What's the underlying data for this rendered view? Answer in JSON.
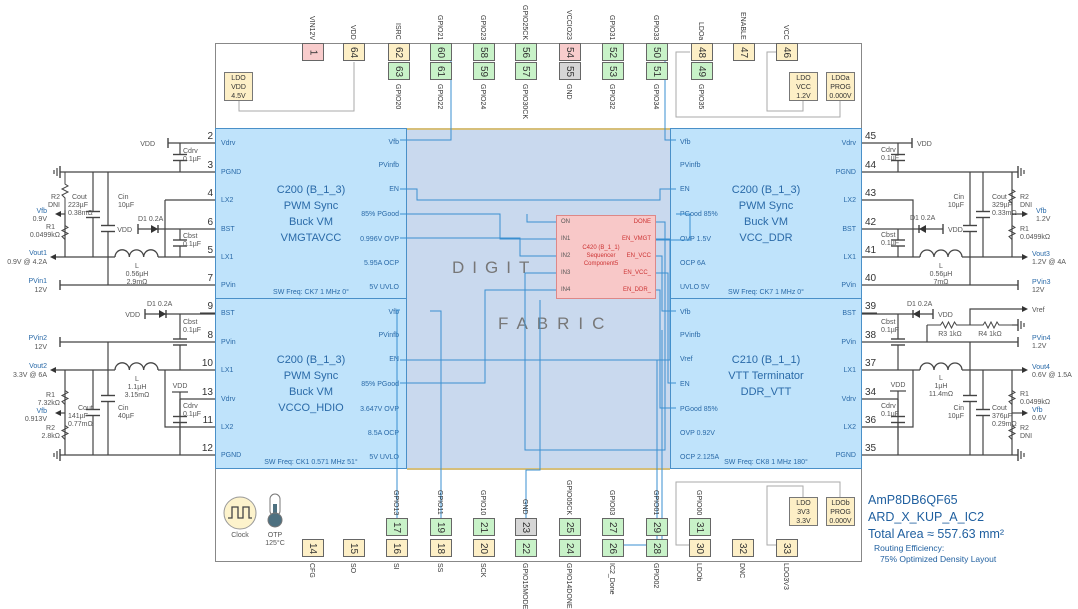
{
  "top_pins": [
    {
      "outer": {
        "num": "1",
        "label": "VIN12V",
        "kind": "pk"
      }
    },
    {
      "outer": {
        "num": "64",
        "label": "VDD",
        "kind": "tn"
      }
    },
    {
      "outer": {
        "num": "62",
        "label": "ISRC",
        "kind": "tn"
      },
      "inner": {
        "num": "63",
        "label": "GPIO20",
        "kind": "gr"
      }
    },
    {
      "outer": {
        "num": "60",
        "label": "GPIO21",
        "kind": "gr"
      },
      "inner": {
        "num": "61",
        "label": "GPIO22",
        "kind": "gr"
      }
    },
    {
      "outer": {
        "num": "58",
        "label": "GPIO23",
        "kind": "gr"
      },
      "inner": {
        "num": "59",
        "label": "GPIO24",
        "kind": "gr"
      }
    },
    {
      "outer": {
        "num": "56",
        "label": "GPIO25CK",
        "kind": "gr"
      },
      "inner": {
        "num": "57",
        "label": "GPIO30CK",
        "kind": "gr"
      }
    },
    {
      "outer": {
        "num": "54",
        "label": "VCCIO23",
        "kind": "pk"
      },
      "inner": {
        "num": "55",
        "label": "GND",
        "kind": "gy"
      }
    },
    {
      "outer": {
        "num": "52",
        "label": "GPIO31",
        "kind": "gr"
      },
      "inner": {
        "num": "53",
        "label": "GPIO32",
        "kind": "gr"
      }
    },
    {
      "outer": {
        "num": "50",
        "label": "GPIO33",
        "kind": "gr"
      },
      "inner": {
        "num": "51",
        "label": "GPIO34",
        "kind": "gr"
      }
    },
    {
      "outer": {
        "num": "48",
        "label": "LDOa",
        "kind": "tn"
      },
      "inner": {
        "num": "49",
        "label": "GPIO35",
        "kind": "gr"
      }
    },
    {
      "outer": {
        "num": "47",
        "label": "ENABLE",
        "kind": "tn"
      }
    },
    {
      "outer": {
        "num": "46",
        "label": "VCC",
        "kind": "tn"
      }
    }
  ],
  "bottom_pins": [
    {
      "outer": {
        "num": "14",
        "label": "CFG",
        "kind": "tn"
      }
    },
    {
      "outer": {
        "num": "15",
        "label": "SO",
        "kind": "tn"
      }
    },
    {
      "outer": {
        "num": "16",
        "label": "SI",
        "kind": "tn"
      },
      "inner": {
        "num": "17",
        "label": "GPIO13",
        "kind": "gr"
      }
    },
    {
      "outer": {
        "num": "18",
        "label": "SS",
        "kind": "tn"
      },
      "inner": {
        "num": "19",
        "label": "GPIO11",
        "kind": "gr"
      }
    },
    {
      "outer": {
        "num": "20",
        "label": "SCK",
        "kind": "tn"
      },
      "inner": {
        "num": "21",
        "label": "GPIO10",
        "kind": "gr"
      }
    },
    {
      "outer": {
        "num": "22",
        "label": "GPIO15MODE",
        "kind": "gr"
      },
      "inner": {
        "num": "23",
        "label": "GND",
        "kind": "gy"
      }
    },
    {
      "outer": {
        "num": "24",
        "label": "GPIO14DONE",
        "kind": "gr"
      },
      "inner": {
        "num": "25",
        "label": "GPIO05CK",
        "kind": "gr"
      }
    },
    {
      "outer": {
        "num": "26",
        "label": "IC2_Done",
        "kind": "gr"
      },
      "inner": {
        "num": "27",
        "label": "GPIO03",
        "kind": "gr"
      }
    },
    {
      "outer": {
        "num": "28",
        "label": "GPIO02",
        "kind": "gr"
      },
      "inner": {
        "num": "29",
        "label": "GPIO01",
        "kind": "gr"
      }
    },
    {
      "outer": {
        "num": "30",
        "label": "LDOb",
        "kind": "tn"
      },
      "inner": {
        "num": "31",
        "label": "GPIO00",
        "kind": "gr"
      }
    },
    {
      "outer": {
        "num": "32",
        "label": "DNC",
        "kind": "tn"
      }
    },
    {
      "outer": {
        "num": "33",
        "label": "LDO3V3",
        "kind": "tn"
      }
    }
  ],
  "ldos": {
    "vdd": [
      "LDO",
      "VDD",
      "4.5V"
    ],
    "vcc": [
      "LDO",
      "VCC",
      "1.2V"
    ],
    "ldoa": [
      "LDOa",
      "PROG",
      "0.000V"
    ],
    "v3v3": [
      "LDO",
      "3V3",
      "3.3V"
    ],
    "ldob": [
      "LDOb",
      "PROG",
      "0.000V"
    ]
  },
  "blocks": [
    {
      "title": [
        "C200 (B_1_3)",
        "PWM Sync",
        "Buck VM",
        "VMGTAVCC"
      ],
      "left": [
        "Vdrv",
        "PGND",
        "LX2",
        "BST",
        "LX1",
        "PVin"
      ],
      "right": [
        "Vfb",
        "PVinfb",
        "EN",
        "85% PGood",
        "0.996V OVP",
        "5.95A OCP",
        "5V UVLO"
      ],
      "sw": "SW Freq: CK7 1 MHz 0°",
      "pins": [
        "2",
        "3",
        "4",
        "6",
        "5",
        "7"
      ]
    },
    {
      "title": [
        "C200 (B_1_3)",
        "PWM Sync",
        "Buck VM",
        "VCCO_HDIO"
      ],
      "left": [
        "BST",
        "PVin",
        "LX1",
        "Vdrv",
        "LX2",
        "PGND"
      ],
      "right": [
        "Vfb",
        "PVinfb",
        "EN",
        "85% PGood",
        "3.647V OVP",
        "8.5A OCP",
        "5V UVLO"
      ],
      "sw": "SW Freq: CK1 0.571 MHz 51°",
      "pins": [
        "9",
        "8",
        "10",
        "13",
        "11",
        "12"
      ]
    },
    {
      "title": [
        "C200 (B_1_3)",
        "PWM Sync",
        "Buck VM",
        "VCC_DDR"
      ],
      "left": [
        "Vfb",
        "PVinfb",
        "EN",
        "PGood 85%",
        "OVP 1.5V",
        "OCP 6A",
        "UVLO 5V"
      ],
      "right": [
        "Vdrv",
        "PGND",
        "LX2",
        "BST",
        "LX1",
        "PVin"
      ],
      "sw": "SW Freq: CK7 1 MHz 0°",
      "pins": [
        "45",
        "44",
        "43",
        "42",
        "41",
        "40"
      ]
    },
    {
      "title": [
        "C210 (B_1_1)",
        "VTT Terminator",
        "DDR_VTT"
      ],
      "left": [
        "Vfb",
        "PVinfb",
        "Vref",
        "EN",
        "PGood 85%",
        "OVP 0.92V",
        "OCP 2.125A"
      ],
      "right": [
        "BST",
        "PVin",
        "LX1",
        "Vdrv",
        "LX2",
        "PGND"
      ],
      "sw": "SW Freq: CK8 1 MHz 180°",
      "pins": [
        "39",
        "38",
        "37",
        "34",
        "36",
        "35"
      ]
    }
  ],
  "sequencer": {
    "inputs": [
      "ON",
      "IN1",
      "IN2",
      "IN3",
      "IN4"
    ],
    "outputs": [
      "DONE",
      "EN_VMGT",
      "EN_VCC",
      "EN_VCC_",
      "EN_DDR_"
    ],
    "title": [
      "C420 (B_1_1)",
      "Sequencer",
      "Component5"
    ]
  },
  "fabric": {
    "line1": "DIGIT",
    "line2": "FABRIC"
  },
  "misc": {
    "clock": "Clock",
    "otp": "OTP",
    "otp_temp": "125°C"
  },
  "circuits": {
    "c1": {
      "vdd": "VDD",
      "cdrv": "Cdrv",
      "cdrv_v": "0.1µF",
      "r2": "R2",
      "r2_v": "DNI",
      "cout": "Cout",
      "cout_v": "223µF",
      "cout_esr": "0.38mΩ",
      "cin": "Cin",
      "cin_v": "10µF",
      "vfb": "Vfb",
      "vfb_v": "0.9V",
      "r1": "R1",
      "r1_v": "0.0499kΩ",
      "d1": "D1 0.2A",
      "vdd2": "VDD",
      "cbst": "Cbst",
      "cbst_v": "0.1µF",
      "vout": "Vout1",
      "vout_v": "0.9V @ 4.2A",
      "l": "L",
      "l_v": "0.56µH",
      "l_esr": "2.9mΩ",
      "pvin": "PVin1",
      "pvin_v": "12V"
    },
    "c2": {
      "d1": "D1 0.2A",
      "vdd": "VDD",
      "cbst": "Cbst",
      "cbst_v": "0.1µF",
      "pvin": "PVin2",
      "pvin_v": "12V",
      "vout": "Vout2",
      "vout_v": "3.3V @ 6A",
      "l": "L",
      "l_v": "1.1µH",
      "l_esr": "3.15mΩ",
      "r1": "R1",
      "r1_v": "7.32kΩ",
      "vfb": "Vfb",
      "vfb_v": "0.913V",
      "r2": "R2",
      "r2_v": "2.8kΩ",
      "cout": "Cout",
      "cout_v": "141µF",
      "cout_esr": "0.77mΩ",
      "cin": "Cin",
      "cin_v": "40µF",
      "vdd2": "VDD",
      "cdrv": "Cdrv",
      "cdrv_v": "0.1µF"
    },
    "c3": {
      "vdd": "VDD",
      "cdrv": "Cdrv",
      "cdrv_v": "0.1µF",
      "cin": "Cin",
      "cin_v": "10µF",
      "cout": "Cout",
      "cout_v": "329µF",
      "cout_esr": "0.33mΩ",
      "r2": "R2",
      "r2_v": "DNI",
      "vfb": "Vfb",
      "vfb_v": "1.2V",
      "r1": "R1",
      "r1_v": "0.0499kΩ",
      "d1": "D1 0.2A",
      "vdd2": "VDD",
      "cbst": "Cbst",
      "cbst_v": "0.1µF",
      "vout": "Vout3",
      "vout_v": "1.2V @ 4A",
      "l": "L",
      "l_v": "0.56µH",
      "l_esr": "7mΩ",
      "pvin": "PVin3",
      "pvin_v": "12V"
    },
    "c4": {
      "d1": "D1 0.2A",
      "vdd": "VDD",
      "vref": "Vref",
      "cbst": "Cbst",
      "cbst_v": "0.1µF",
      "r3": "R3 1kΩ",
      "r4": "R4 1kΩ",
      "pvin": "PVin4",
      "pvin_v": "1.2V",
      "vout": "Vout4",
      "vout_v": "0.6V @ 1.5A",
      "l": "L",
      "l_v": "1µH",
      "l_esr": "11.4mΩ",
      "vdd2": "VDD",
      "cdrv": "Cdrv",
      "cdrv_v": "0.1µF",
      "cin": "Cin",
      "cin_v": "10µF",
      "cout": "Cout",
      "cout_v": "376µF",
      "cout_esr": "0.29mΩ",
      "r1": "R1",
      "r1_v": "0.0499kΩ",
      "vfb": "Vfb",
      "vfb_v": "0.6V",
      "r2": "R2",
      "r2_v": "DNI"
    }
  },
  "info": {
    "part": "AmP8DB6QF65",
    "design": "ARD_X_KUP_A_IC2",
    "area": "Total Area ≈ 557.63 mm²",
    "routing_label": "Routing Efficiency:",
    "routing_value": "75% Optimized Density Layout"
  },
  "colors": {
    "block": "#bfe3fb",
    "fabric": "#c9d9ee",
    "sequencer": "#f8c8c8",
    "wire": "#3a8fd0",
    "pin_gpio": "#c8f2c8",
    "pin_power": "#fdefc6",
    "pin_supply": "#f8cccc",
    "pin_gnd": "#d6d6d6",
    "info_text": "#1f5f9f"
  }
}
